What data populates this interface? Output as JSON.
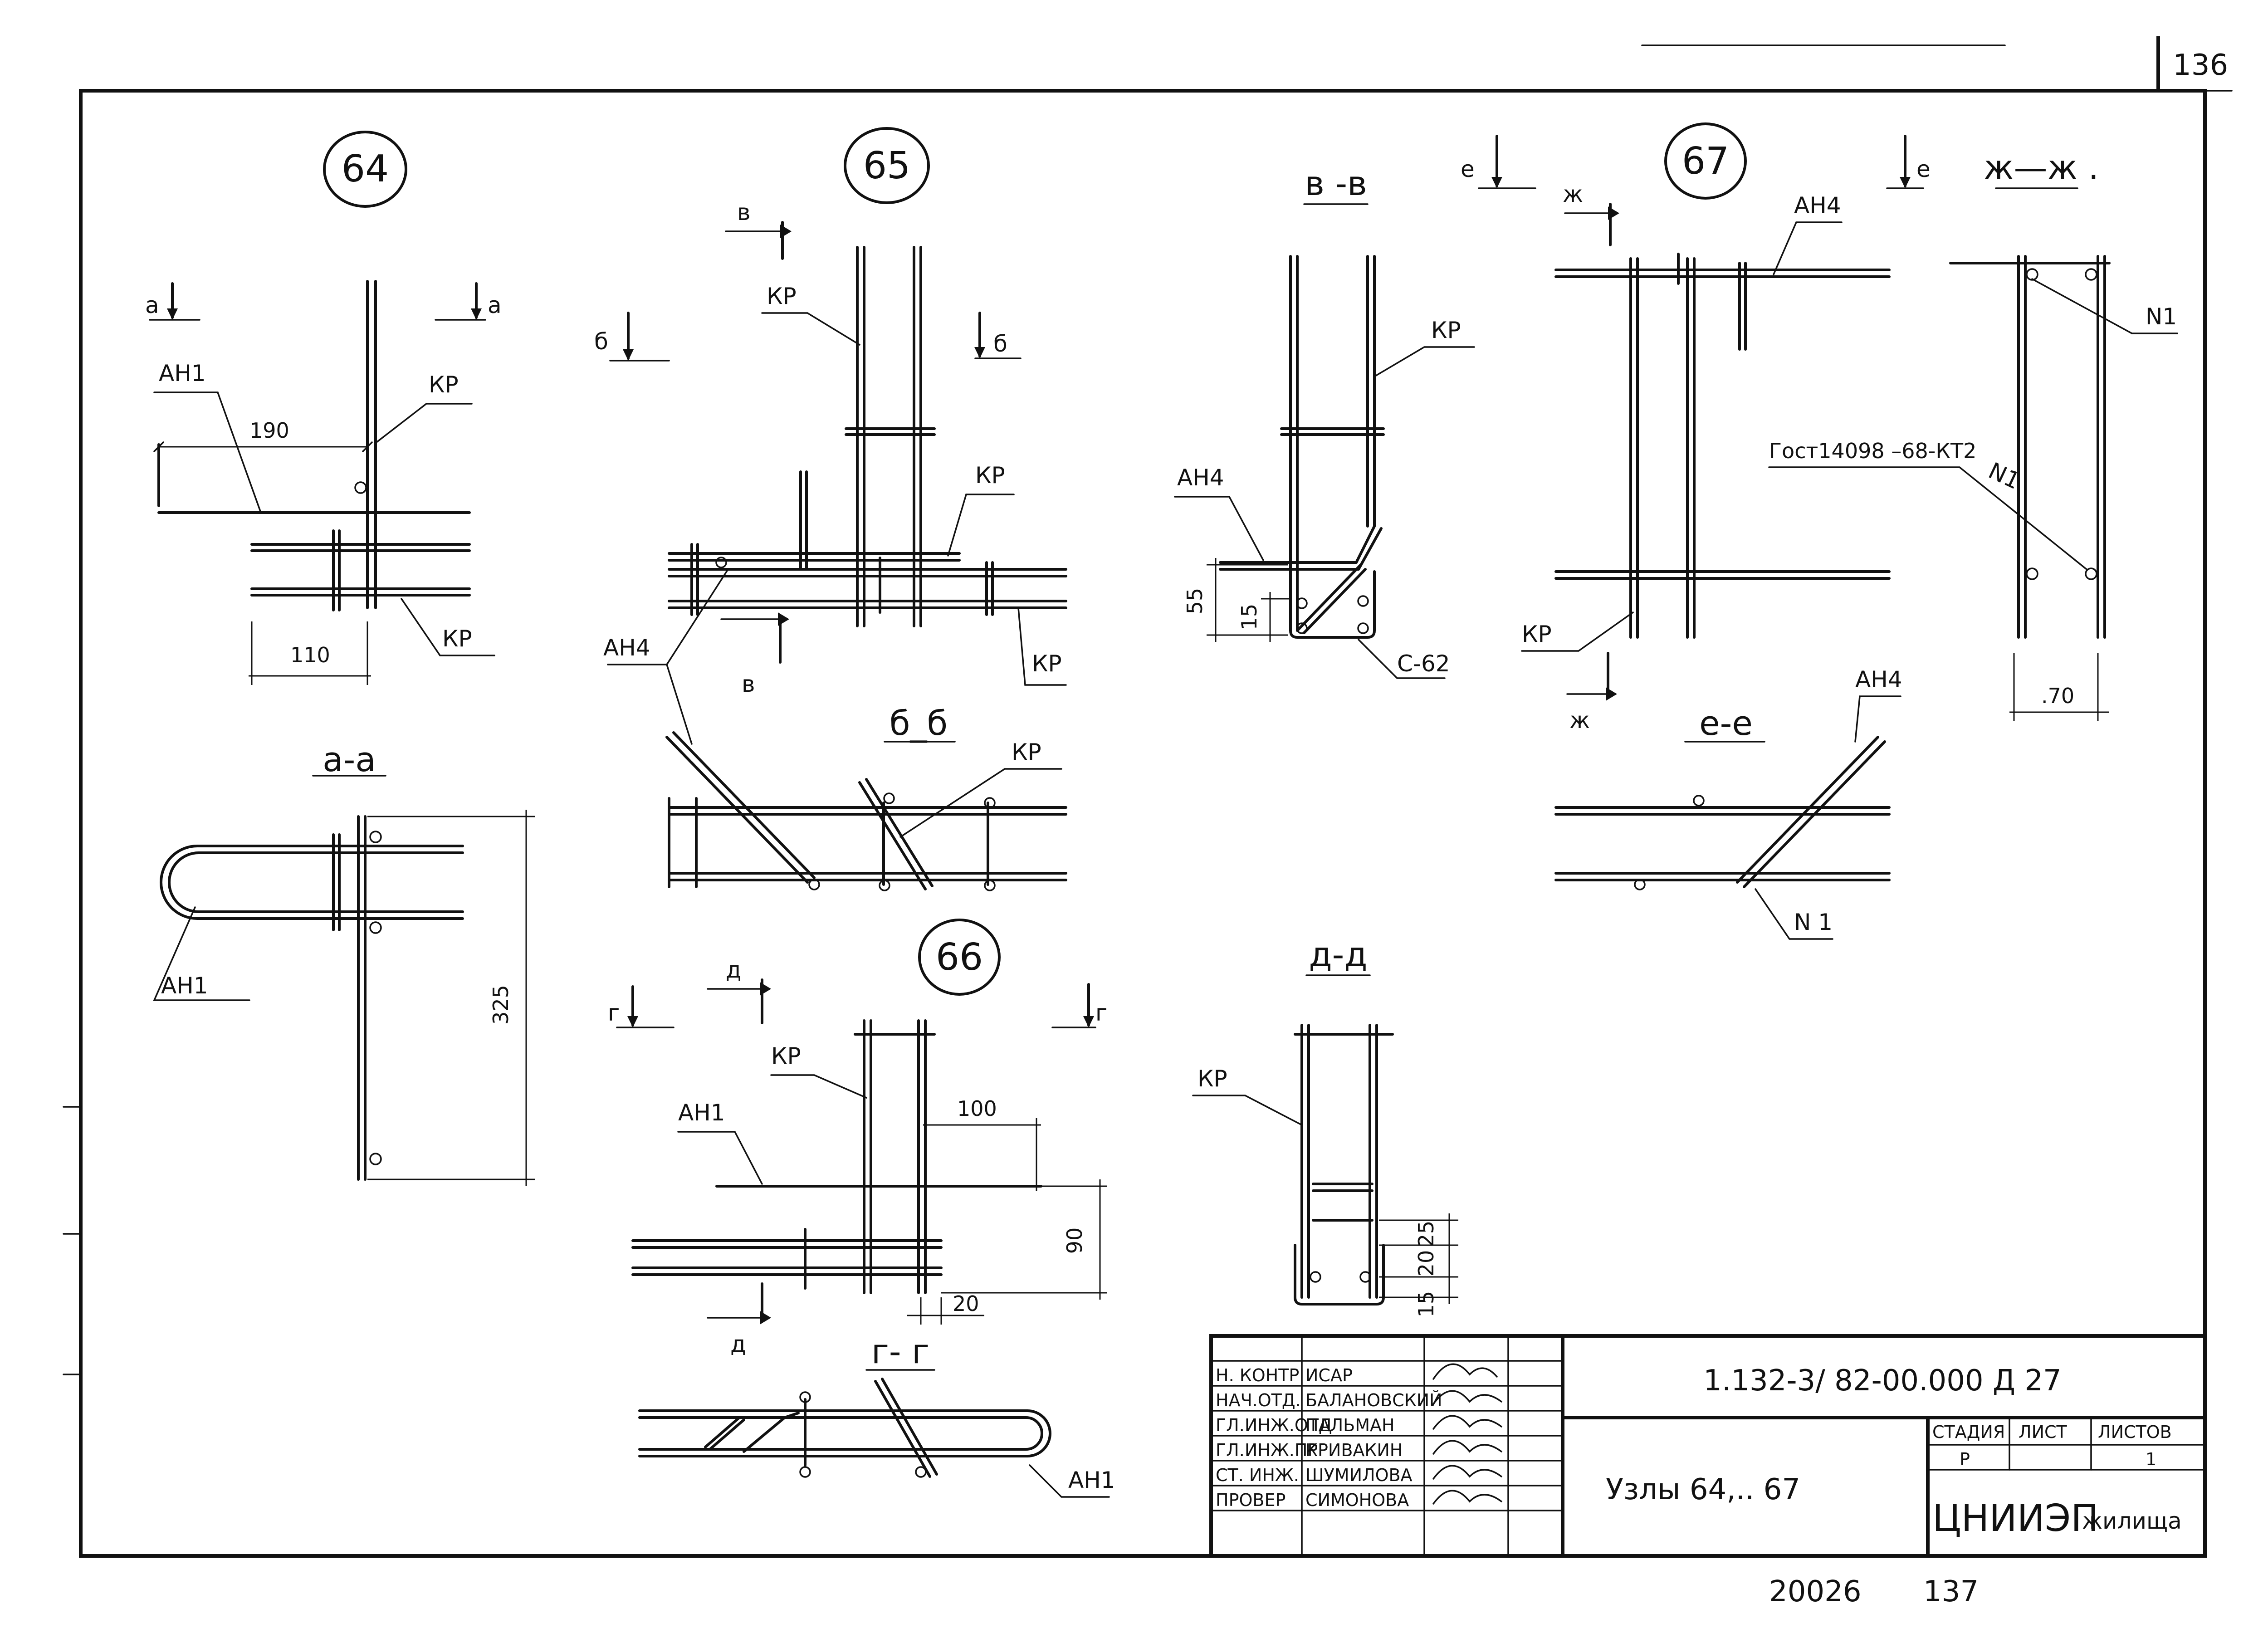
{
  "sheet": {
    "corner_number": "136",
    "bottom_number": "20026",
    "bottom_page": "137"
  },
  "nodes": {
    "n64": "64",
    "n65": "65",
    "n66": "66",
    "n67": "67"
  },
  "sections": {
    "aa": "а-а",
    "bb": "б_б",
    "vv": "в -в",
    "gg": "г- г",
    "dd": "д-д",
    "ee": "е-е",
    "zz": "ж—ж ."
  },
  "cut_marks": {
    "a": "а",
    "b": "б",
    "v": "в",
    "g": "г",
    "d": "д",
    "e": "е",
    "zh": "ж"
  },
  "labels": {
    "an1": "АН1",
    "an4": "АН4",
    "kr": "КР",
    "n1": "N1",
    "n1_rot": "N1",
    "n1_small": "N 1",
    "c62": "С-62",
    "gost": "Гост14098 –68-КТ2"
  },
  "dims": {
    "d190": "190",
    "d110": "110",
    "d325": "325",
    "d100": "100",
    "d90": "90",
    "d20": "20",
    "d55": "55",
    "d15": "15",
    "d70": ".70",
    "d25": "25",
    "d20b": "20",
    "d15b": "15"
  },
  "title_block": {
    "doc_code": "1.132-3/ 82-00.000 Д 27",
    "title": "Узлы 64,.. 67",
    "org": "ЦНИИЭП",
    "org2": "жилища",
    "col_stage": "СТАДИЯ",
    "col_sheet": "ЛИСТ",
    "col_sheets": "ЛИСТОВ",
    "stage": "Р",
    "sheets": "1",
    "rows": [
      {
        "role": "Н. КОНТР",
        "name": "ИСАР"
      },
      {
        "role": "НАЧ.ОТД.",
        "name": "БАЛАНОВСКИЙ"
      },
      {
        "role": "ГЛ.ИНЖ.ОТД",
        "name": "ПАЛЬМАН"
      },
      {
        "role": "ГЛ.ИНЖ.ПР",
        "name": "КРИВАКИН"
      },
      {
        "role": "СТ. ИНЖ.",
        "name": "ШУМИЛОВА"
      },
      {
        "role": "ПРОВЕР",
        "name": "СИМОНОВА"
      }
    ]
  }
}
